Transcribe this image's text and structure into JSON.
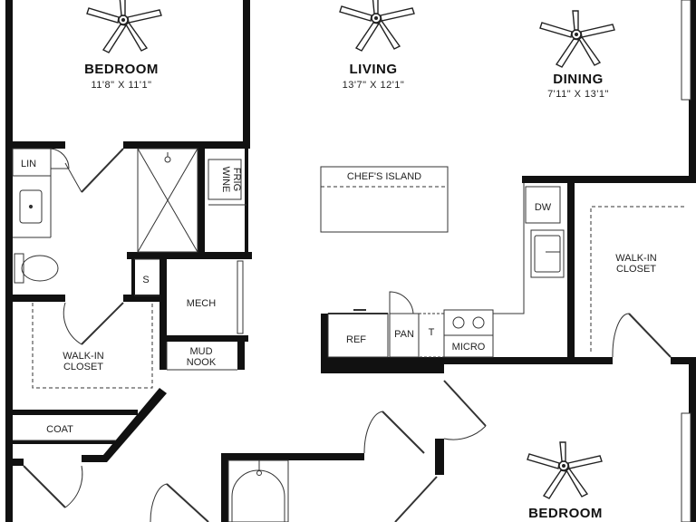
{
  "rooms": {
    "bedroom_top": {
      "name": "BEDROOM",
      "dims": "11'8\" X 11'1\""
    },
    "living": {
      "name": "LIVING",
      "dims": "13'7\" X 12'1\""
    },
    "dining": {
      "name": "DINING",
      "dims": "7'11\" X 13'1\""
    },
    "bedroom_bottom": {
      "name": "BEDROOM"
    }
  },
  "labels": {
    "lin": "LIN",
    "wine_frig_line1": "WINE",
    "wine_frig_line2": "FRIG",
    "chefs_island": "CHEF'S ISLAND",
    "dw": "DW",
    "walkin_right_line1": "WALK-IN",
    "walkin_right_line2": "CLOSET",
    "s": "S",
    "mech": "MECH",
    "walkin_left_line1": "WALK-IN",
    "walkin_left_line2": "CLOSET",
    "mud_line1": "MUD",
    "mud_line2": "NOOK",
    "ref": "REF",
    "pan": "PAN",
    "t": "T",
    "micro": "MICRO",
    "coat": "COAT"
  },
  "colors": {
    "wall": "#111111",
    "line": "#333333",
    "background": "#ffffff"
  }
}
